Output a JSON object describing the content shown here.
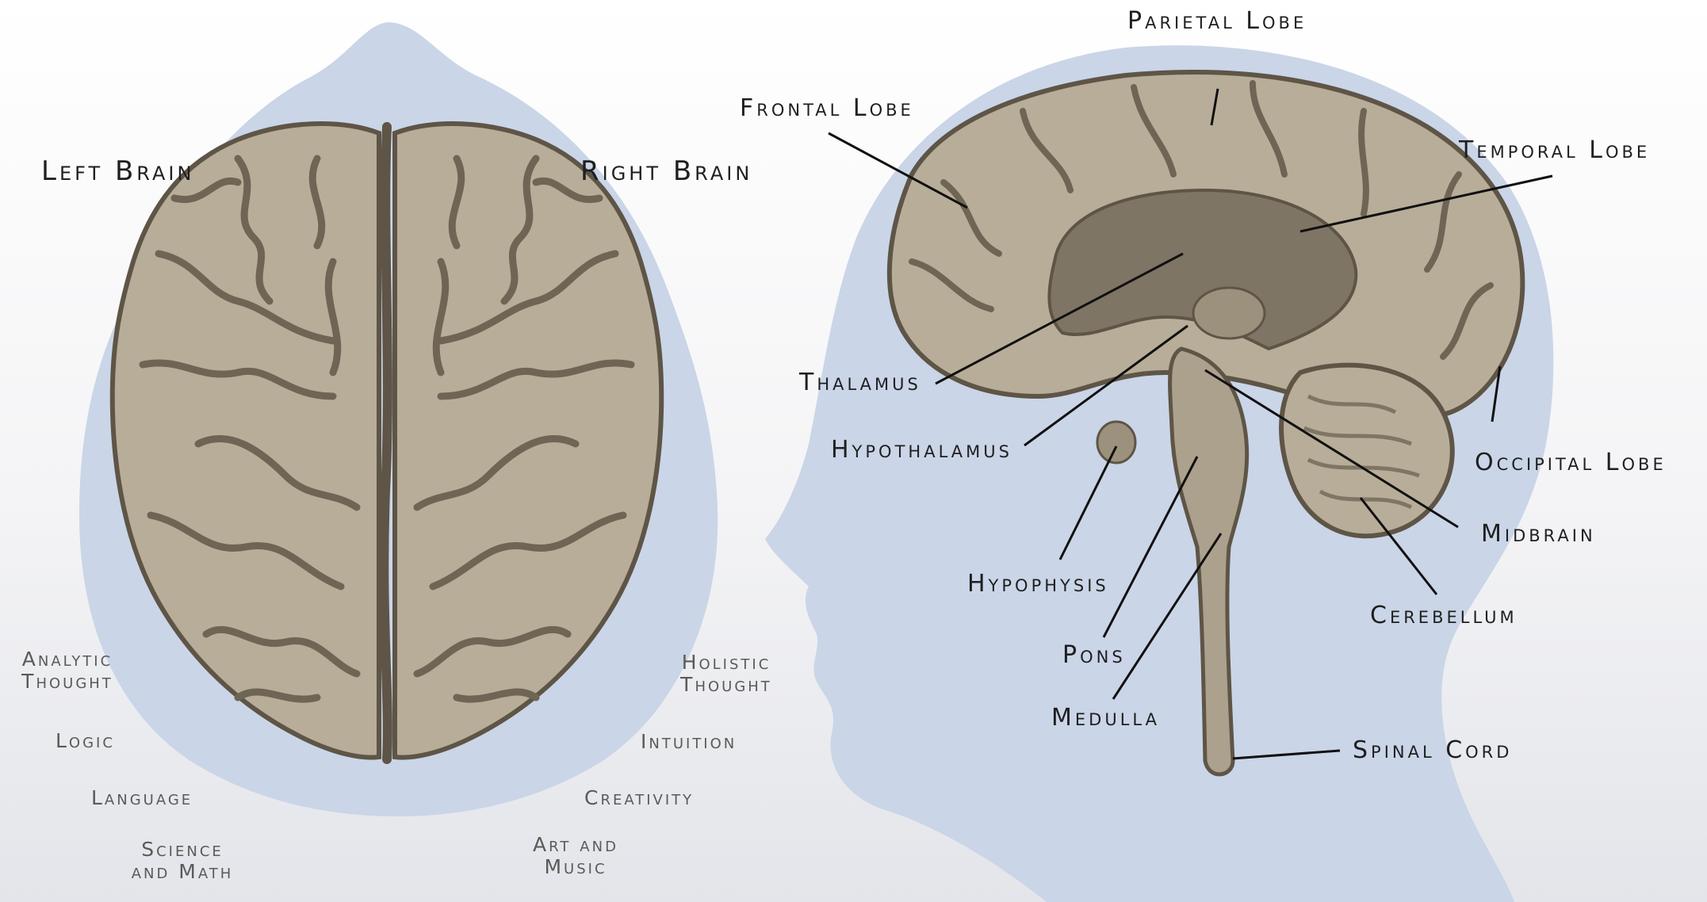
{
  "hemispheres": {
    "left": {
      "title": "Left Brain",
      "traits": [
        "Analytic Thought",
        "Logic",
        "Language",
        "Science and Math"
      ]
    },
    "right": {
      "title": "Right Brain",
      "traits": [
        "Holistic Thought",
        "Intuition",
        "Creativity",
        "Art and Music"
      ]
    }
  },
  "anatomy_labels": {
    "parietal": "Parietal Lobe",
    "frontal": "Frontal Lobe",
    "temporal": "Temporal Lobe",
    "thalamus": "Thalamus",
    "hypothalamus": "Hypothalamus",
    "occipital": "Occipital Lobe",
    "midbrain": "Midbrain",
    "hypophysis": "Hypophysis",
    "cerebellum": "Cerebellum",
    "pons": "Pons",
    "medulla": "Medulla",
    "spinal_cord": "Spinal Cord"
  },
  "colors": {
    "brain_fill": "#b8ad98",
    "brain_shadow": "#8c826f",
    "brain_outline": "#5e5547",
    "head_silhouette": "#cad5e7",
    "leader_line": "#111111"
  }
}
